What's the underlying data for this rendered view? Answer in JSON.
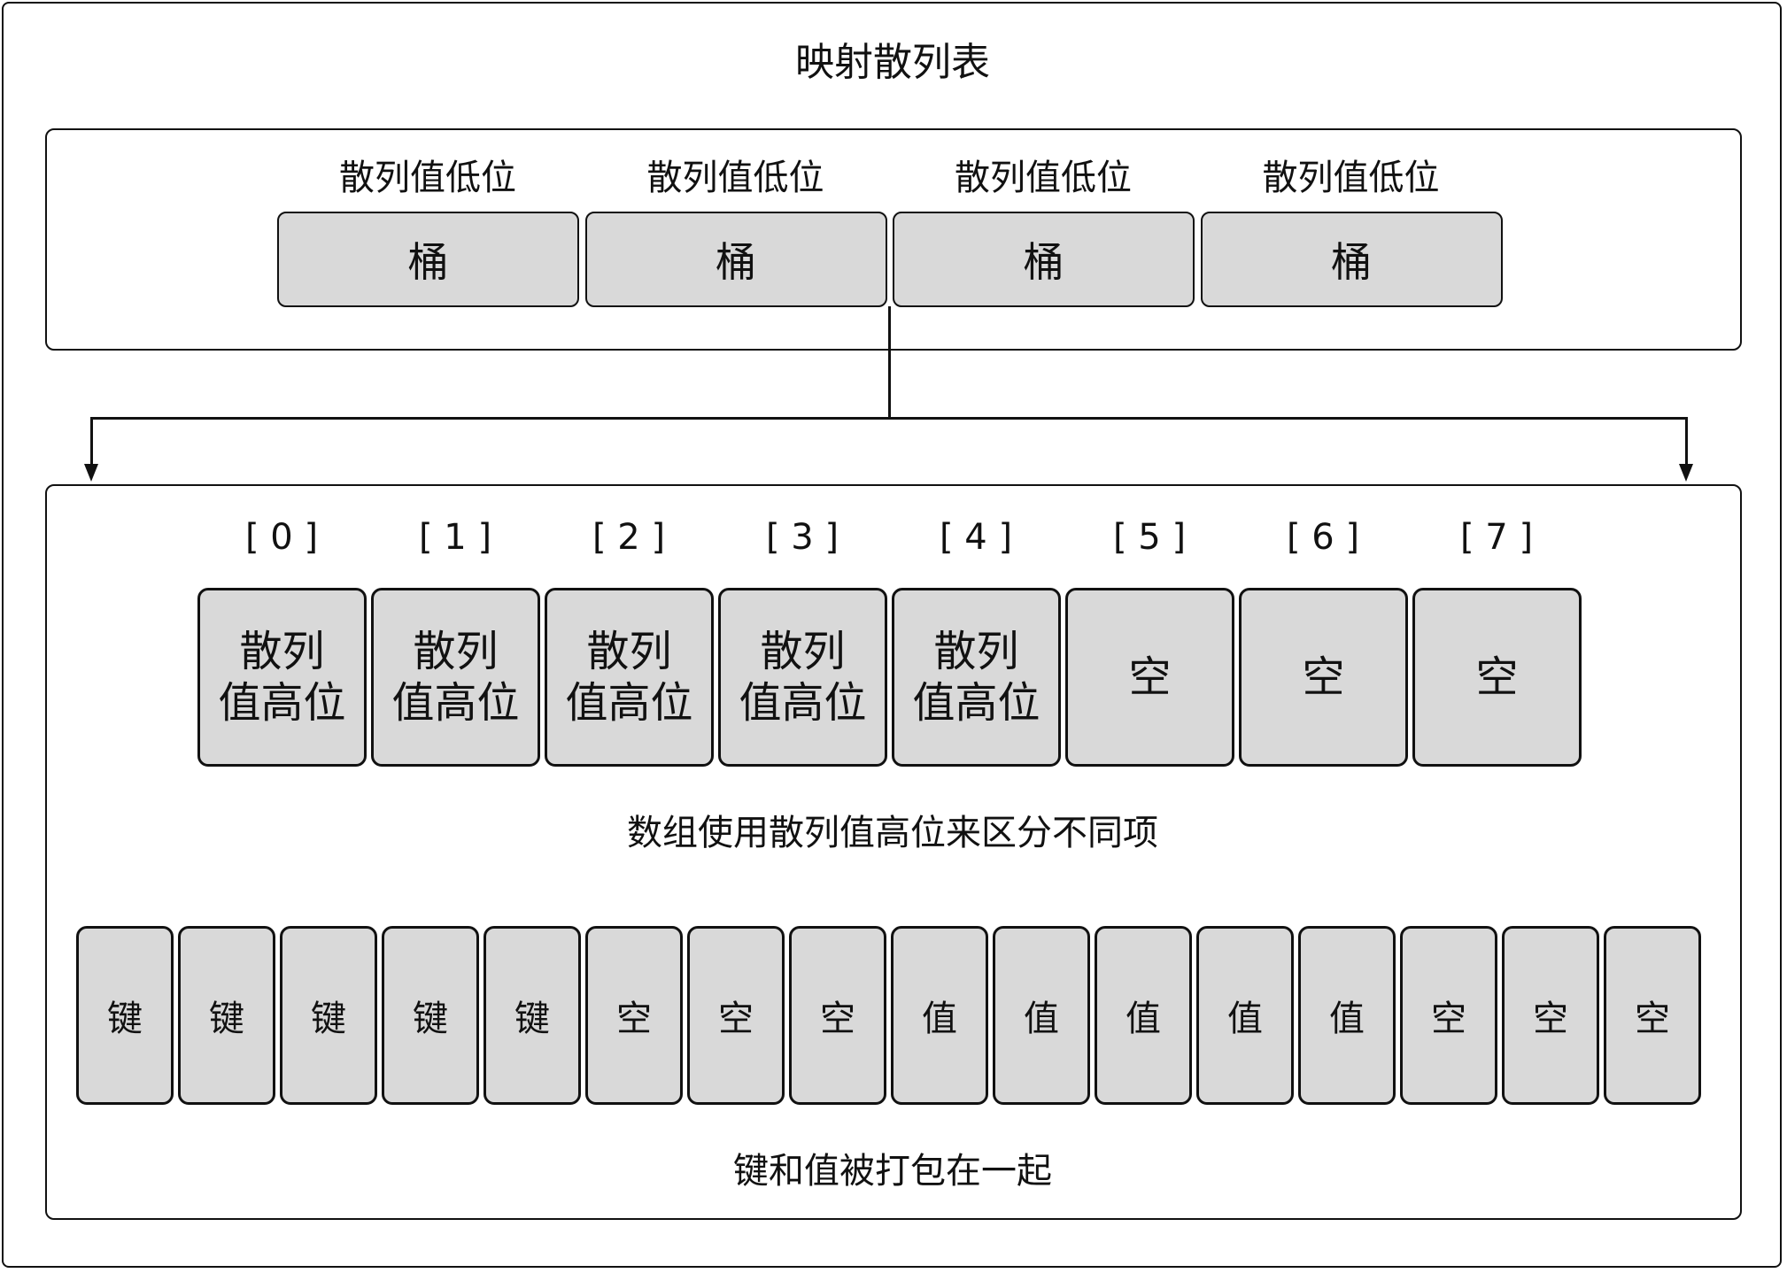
{
  "title": "映射散列表",
  "buckets": [
    {
      "label": "散列值低位",
      "text": "桶"
    },
    {
      "label": "散列值低位",
      "text": "桶"
    },
    {
      "label": "散列值低位",
      "text": "桶"
    },
    {
      "label": "散列值低位",
      "text": "桶"
    }
  ],
  "tophash": [
    {
      "index": "[ 0 ]",
      "text": "散列\n值高位"
    },
    {
      "index": "[ 1 ]",
      "text": "散列\n值高位"
    },
    {
      "index": "[ 2 ]",
      "text": "散列\n值高位"
    },
    {
      "index": "[ 3 ]",
      "text": "散列\n值高位"
    },
    {
      "index": "[ 4 ]",
      "text": "散列\n值高位"
    },
    {
      "index": "[ 5 ]",
      "text": "空"
    },
    {
      "index": "[ 6 ]",
      "text": "空"
    },
    {
      "index": "[ 7 ]",
      "text": "空"
    }
  ],
  "tophash_caption": "数组使用散列值高位来区分不同项",
  "slots": [
    "键",
    "键",
    "键",
    "键",
    "键",
    "空",
    "空",
    "空",
    "值",
    "值",
    "值",
    "值",
    "值",
    "空",
    "空",
    "空"
  ],
  "slots_caption": "键和值被打包在一起"
}
